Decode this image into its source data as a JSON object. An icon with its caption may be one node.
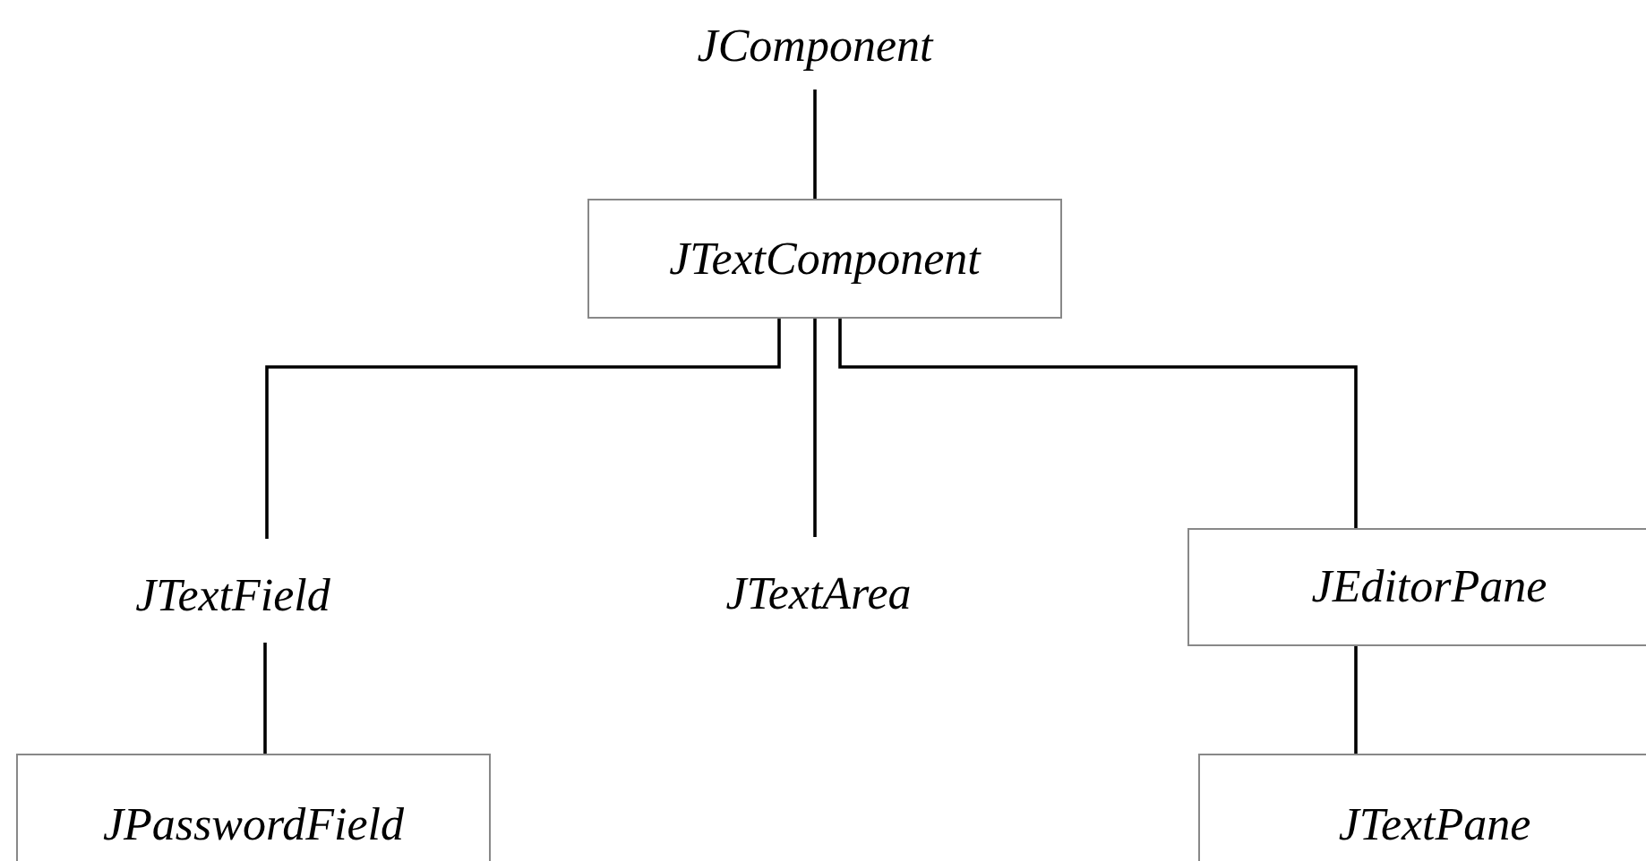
{
  "diagram": {
    "nodes": [
      {
        "text": [
          "JComponent"
        ]
      },
      {
        "text": [
          "JTextComponent"
        ]
      },
      {
        "text": [
          "JTextField"
        ]
      },
      {
        "text": [
          "JTextArea"
        ]
      },
      {
        "text": [
          "JEditorPane"
        ]
      },
      {
        "text": [
          "JPasswordField"
        ]
      },
      {
        "text": [
          "JTextPane"
        ]
      }
    ],
    "edges": [
      {
        "from": 0,
        "to": 1,
        "arrow": "none"
      },
      {
        "from": 1,
        "to": 2,
        "arrow": "none"
      },
      {
        "from": 1,
        "to": 3,
        "arrow": "none"
      },
      {
        "from": 1,
        "to": 4,
        "arrow": "none"
      },
      {
        "from": 2,
        "to": 5,
        "arrow": "none"
      },
      {
        "from": 4,
        "to": 6,
        "arrow": "none"
      }
    ]
  }
}
